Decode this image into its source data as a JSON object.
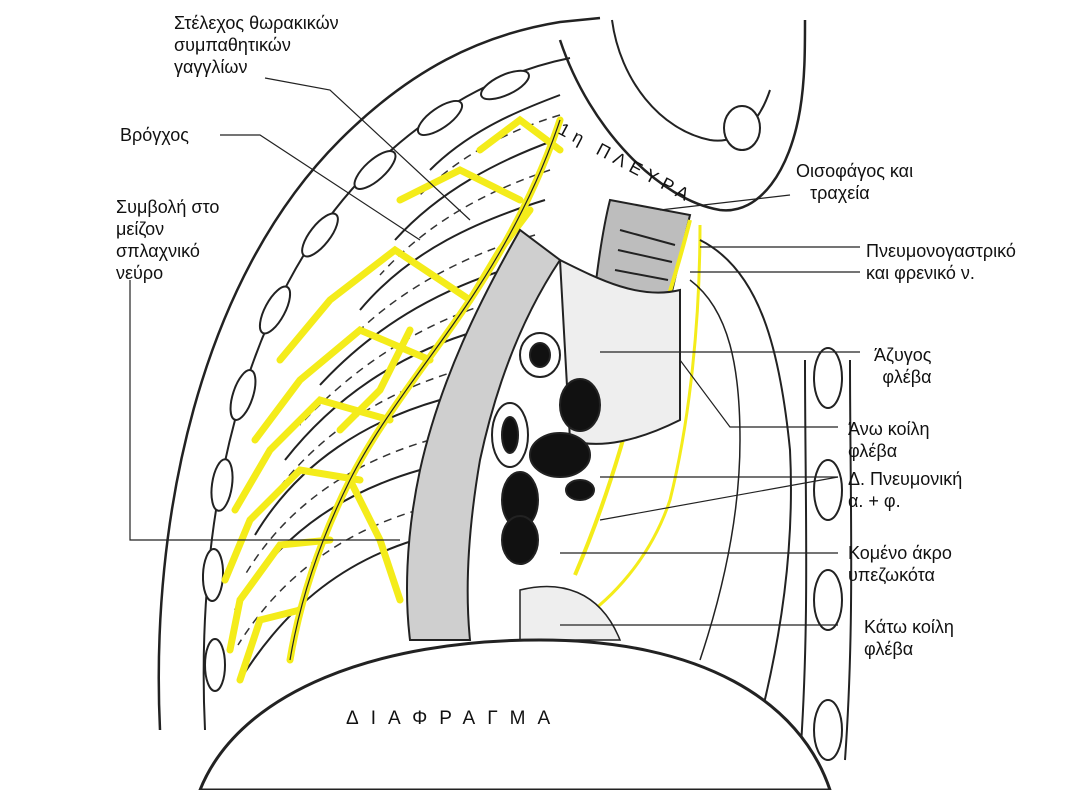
{
  "colors": {
    "nerve": "#f4ec1a",
    "outline": "#222222",
    "vein_fill": "#111111",
    "shade": "#bdbdbd",
    "tissue": "#eeeeee"
  },
  "labels": {
    "sympathetic_trunk": [
      "Στέλεχος θωρακικών",
      "συμπαθητικών",
      "γαγγλίων"
    ],
    "bronchus": [
      "Βρόγχος"
    ],
    "splanchnic": [
      "Συμβολή στο",
      "μείζον",
      "σπλαχνικό",
      "νεύρο"
    ],
    "first_rib": "1η ΠΛΕΥΡΑ",
    "esophagus": [
      "Οισοφάγος και",
      "τραχεία"
    ],
    "vagus_phrenic": [
      "Πνευμονογαστρικό",
      "και φρενικό ν."
    ],
    "azygos": [
      "Άζυγος",
      "φλέβα"
    ],
    "svc": [
      "Άνω κοίλη",
      "φλέβα"
    ],
    "pulmonary": [
      "Δ. Πνευμονική",
      "α. + φ."
    ],
    "pericardium_edge": [
      "Κομένο άκρο",
      "υπεζωκότα"
    ],
    "ivc": [
      "Κάτω κοίλη",
      "φλέβα"
    ],
    "diaphragm": "ΔΙΑΦΡΑΓΜΑ"
  }
}
